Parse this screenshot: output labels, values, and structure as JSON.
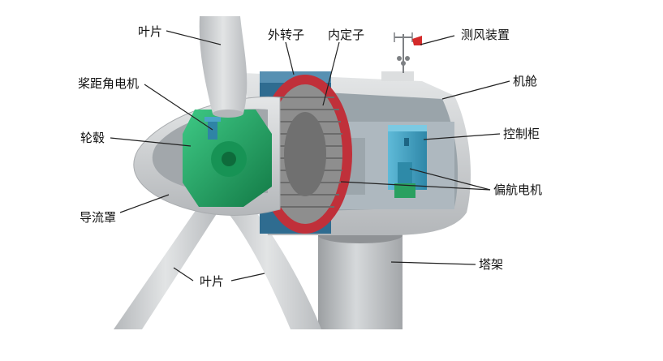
{
  "labels": {
    "blade_top": "叶片",
    "outer_rotor": "外转子",
    "inner_stator": "内定子",
    "wind_device": "测风装置",
    "pitch_motor": "桨距角电机",
    "nacelle": "机舱",
    "hub": "轮毂",
    "control_cabinet": "控制柜",
    "yaw_motor": "偏航电机",
    "spinner": "导流罩",
    "tower": "塔架",
    "blade_bottom": "叶片"
  },
  "colors": {
    "body_gray": "#c9cccd",
    "hub_green": "#1fa864",
    "rotor_red": "#c0303a",
    "stator_gray": "#8e8e8e",
    "rotor_housing_blue": "#2f6c90",
    "cabinet_blue": "#3fa2c4",
    "wind_vane_red": "#d42a2a"
  }
}
